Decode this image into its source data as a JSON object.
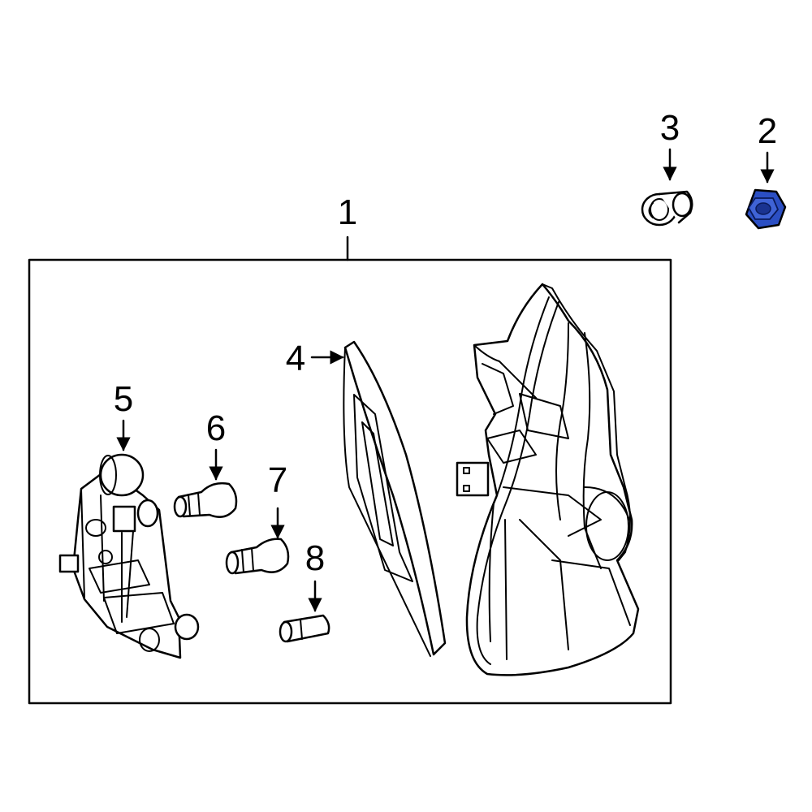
{
  "callouts": {
    "c1": "1",
    "c2": "2",
    "c3": "3",
    "c4": "4",
    "c5": "5",
    "c6": "6",
    "c7": "7",
    "c8": "8"
  },
  "colors": {
    "highlight": "#2b4fc4",
    "line": "#000000",
    "background": "#ffffff"
  },
  "highlighted_part": "2"
}
